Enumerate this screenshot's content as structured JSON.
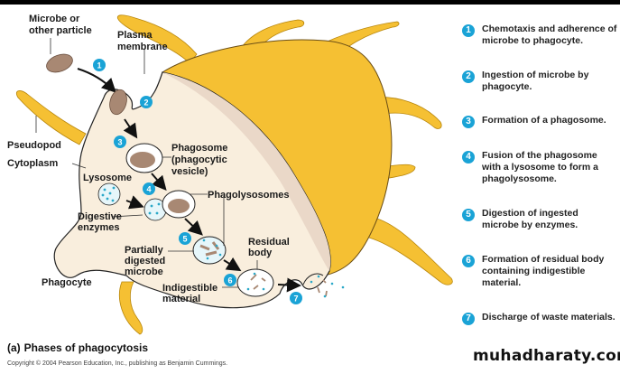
{
  "colors": {
    "badge": "#1aa3d6",
    "cell_body": "#f9eedd",
    "cell_shadow": "#ead8c8",
    "pseudopod": "#f5c033",
    "microbe": "#a88873",
    "enzyme": "#2aa8c8"
  },
  "labels": {
    "microbe": "Microbe or",
    "microbe2": "other particle",
    "plasma": "Plasma",
    "plasma2": "membrane",
    "pseudopod": "Pseudopod",
    "cytoplasm": "Cytoplasm",
    "phagosome": "Phagosome",
    "phagosome2": "(phagocytic",
    "phagosome3": "vesicle)",
    "lysosome": "Lysosome",
    "digestive": "Digestive",
    "digestive2": "enzymes",
    "phagolysosomes": "Phagolysosomes",
    "partially": "Partially",
    "partially2": "digested",
    "partially3": "microbe",
    "residual": "Residual",
    "residual2": "body",
    "indigestible": "Indigestible",
    "indigestible2": "material",
    "phagocyte": "Phagocyte"
  },
  "badges": [
    "1",
    "2",
    "3",
    "4",
    "5",
    "6",
    "7"
  ],
  "steps": [
    {
      "num": "1",
      "text": "Chemotaxis and adherence of microbe to phagocyte."
    },
    {
      "num": "2",
      "text": "Ingestion of microbe by phagocyte."
    },
    {
      "num": "3",
      "text": "Formation of a phagosome."
    },
    {
      "num": "4",
      "text": "Fusion of the phagosome with a lysosome to form a phagolysosome."
    },
    {
      "num": "5",
      "text": "Digestion of ingested microbe by enzymes."
    },
    {
      "num": "6",
      "text": "Formation of residual body containing indigestible material."
    },
    {
      "num": "7",
      "text": "Discharge of waste materials."
    }
  ],
  "caption": {
    "tag": "(a)",
    "title": "Phases of phagocytosis"
  },
  "copyright": "Copyright © 2004 Pearson Education, Inc., publishing as Benjamin Cummings.",
  "watermark": "muhadharaty.com"
}
